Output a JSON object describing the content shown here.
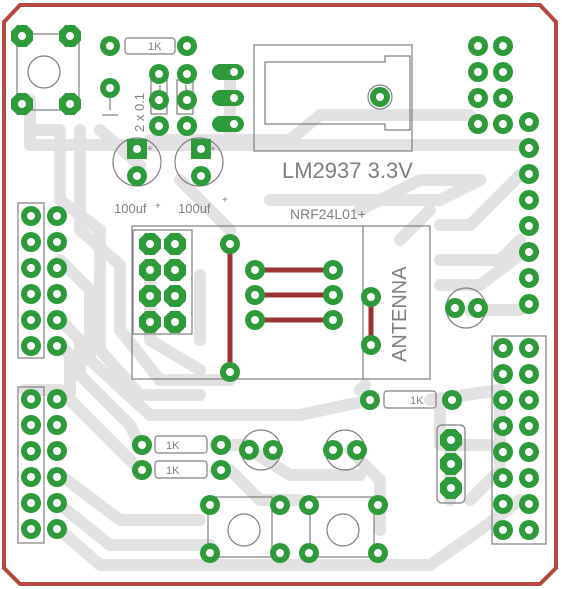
{
  "labels": {
    "regulator": "LM2937 3.3V",
    "radio": "NRF24L01+",
    "antenna": "ANTENNA",
    "cap_left": "100uf",
    "cap_right": "100uf",
    "ceramic": "2 x 0.1",
    "resistor_top": "1K",
    "resistor_mid_right": "1K",
    "resistor_1": "1K",
    "resistor_2": "1K"
  },
  "colors": {
    "board_outline": "#b5483f",
    "trace": "#e0e0e0",
    "pad": "#2e9b3a",
    "silkscreen": "#7f7f7f",
    "jumper": "#9c3434"
  }
}
